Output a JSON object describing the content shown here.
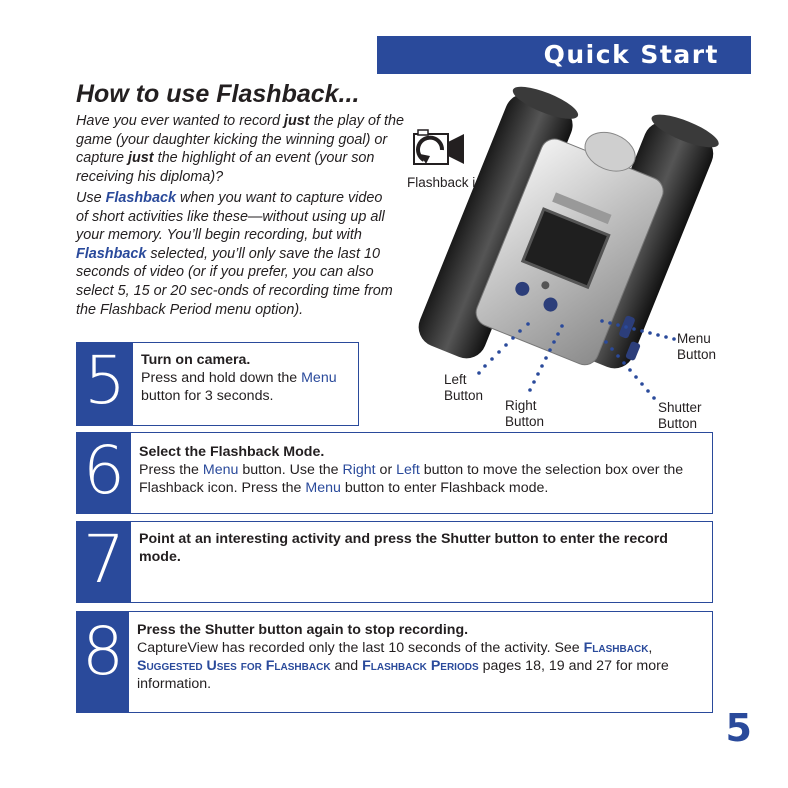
{
  "banner": {
    "title": "Quick Start"
  },
  "heading": "How to use Flashback...",
  "intro": {
    "p1": {
      "a": "Have you ever wanted to record ",
      "b": "just",
      "c": " the play of the game (your daughter kicking the winning goal) or capture ",
      "d": "just",
      "e": " the highlight of an event (your son receiving his diploma)?"
    },
    "p2": {
      "a": "Use ",
      "b": "Flashback",
      "c": " when you want to capture video of short activities like these—without using up all your memory. You’ll begin recording, but with ",
      "d": "Flashback",
      "e": " selected, you’ll only save the last 10 seconds of video (or if you prefer, you can also select 5, 15 or 20 sec-onds of recording time from the Flashback Period menu option)."
    }
  },
  "figure": {
    "flashback_icon_label": "Flashback icon",
    "menu_label": "Menu Button",
    "left_label": "Left Button",
    "right_label": "Right Button",
    "shutter_label": "Shutter Button"
  },
  "steps": [
    {
      "number": "5",
      "title": "Turn on camera.",
      "body_a": "Press and hold down the ",
      "body_b": "Menu",
      "body_c": " button for 3 seconds."
    },
    {
      "number": "6",
      "title": "Select the Flashback Mode.",
      "body_a": "Press the ",
      "body_b": "Menu",
      "body_c": " button. Use the ",
      "body_d": "Right",
      "body_e": " or ",
      "body_f": "Left",
      "body_g": " button to move the selection box over the Flashback icon. Press the ",
      "body_h": "Menu",
      "body_i": " button to enter Flashback mode."
    },
    {
      "number": "7",
      "title": "Point at an interesting activity and press the Shutter button to enter the record mode."
    },
    {
      "number": "8",
      "title": "Press the Shutter button again to stop recording.",
      "body_a": "CaptureView has recorded only the last 10 seconds of the activity. See ",
      "ref1": "Flashback",
      "sep1": ", ",
      "ref2": "Suggested Uses for Flashback",
      "sep2": " and ",
      "ref3": "Flashback Periods",
      "body_b": " pages 18, 19 and 27 for more information."
    }
  ],
  "page_number": "5",
  "colors": {
    "accent": "#2a4a9b",
    "text": "#231f20"
  }
}
